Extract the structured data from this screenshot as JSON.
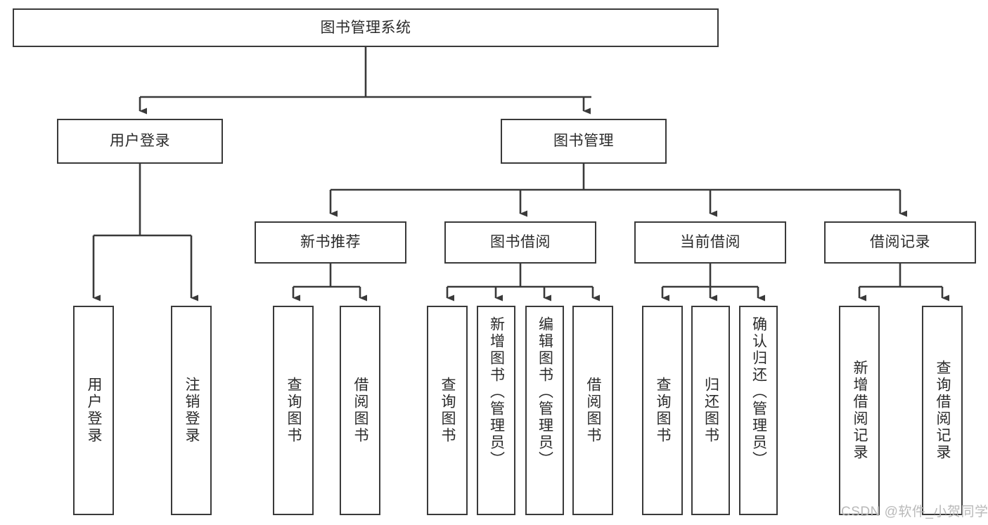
{
  "diagram": {
    "title": "图书管理系统",
    "type": "hierarchy-tree",
    "watermark": "CSDN @软件_小贺同学",
    "colors": {
      "node_border": "#3a3a3a",
      "node_fill": "#ffffff",
      "edge": "#3a3a3a",
      "text": "#2b2b2b",
      "watermark": "#b9b9b9"
    },
    "levels": [
      {
        "level": 1,
        "nodes": [
          {
            "id": "root",
            "label": "图书管理系统"
          }
        ]
      },
      {
        "level": 2,
        "nodes": [
          {
            "id": "login",
            "label": "用户登录",
            "parent": "root"
          },
          {
            "id": "bookmgmt",
            "label": "图书管理",
            "parent": "root"
          }
        ]
      },
      {
        "level": 3,
        "nodes": [
          {
            "id": "newbook",
            "label": "新书推荐",
            "parent": "bookmgmt"
          },
          {
            "id": "borrow",
            "label": "图书借阅",
            "parent": "bookmgmt"
          },
          {
            "id": "current",
            "label": "当前借阅",
            "parent": "bookmgmt"
          },
          {
            "id": "records",
            "label": "借阅记录",
            "parent": "bookmgmt"
          }
        ]
      },
      {
        "level": 4,
        "nodes": [
          {
            "id": "leaf1",
            "label": "用户登录",
            "parent": "login"
          },
          {
            "id": "leaf2",
            "label": "注销登录",
            "parent": "login"
          },
          {
            "id": "leaf3",
            "label": "查询图书",
            "parent": "newbook"
          },
          {
            "id": "leaf4",
            "label": "借阅图书",
            "parent": "newbook"
          },
          {
            "id": "leaf5",
            "label": "查询图书",
            "parent": "borrow"
          },
          {
            "id": "leaf6",
            "label": "新增图书（管理员）",
            "parent": "borrow"
          },
          {
            "id": "leaf7",
            "label": "编辑图书（管理员）",
            "parent": "borrow"
          },
          {
            "id": "leaf8",
            "label": "借阅图书",
            "parent": "borrow"
          },
          {
            "id": "leaf9",
            "label": "查询图书",
            "parent": "current"
          },
          {
            "id": "leaf10",
            "label": "归还图书",
            "parent": "current"
          },
          {
            "id": "leaf11",
            "label": "确认归还（管理员）",
            "parent": "current"
          },
          {
            "id": "leaf12",
            "label": "新增借阅记录",
            "parent": "records"
          },
          {
            "id": "leaf13",
            "label": "查询借阅记录",
            "parent": "records"
          }
        ]
      }
    ]
  }
}
